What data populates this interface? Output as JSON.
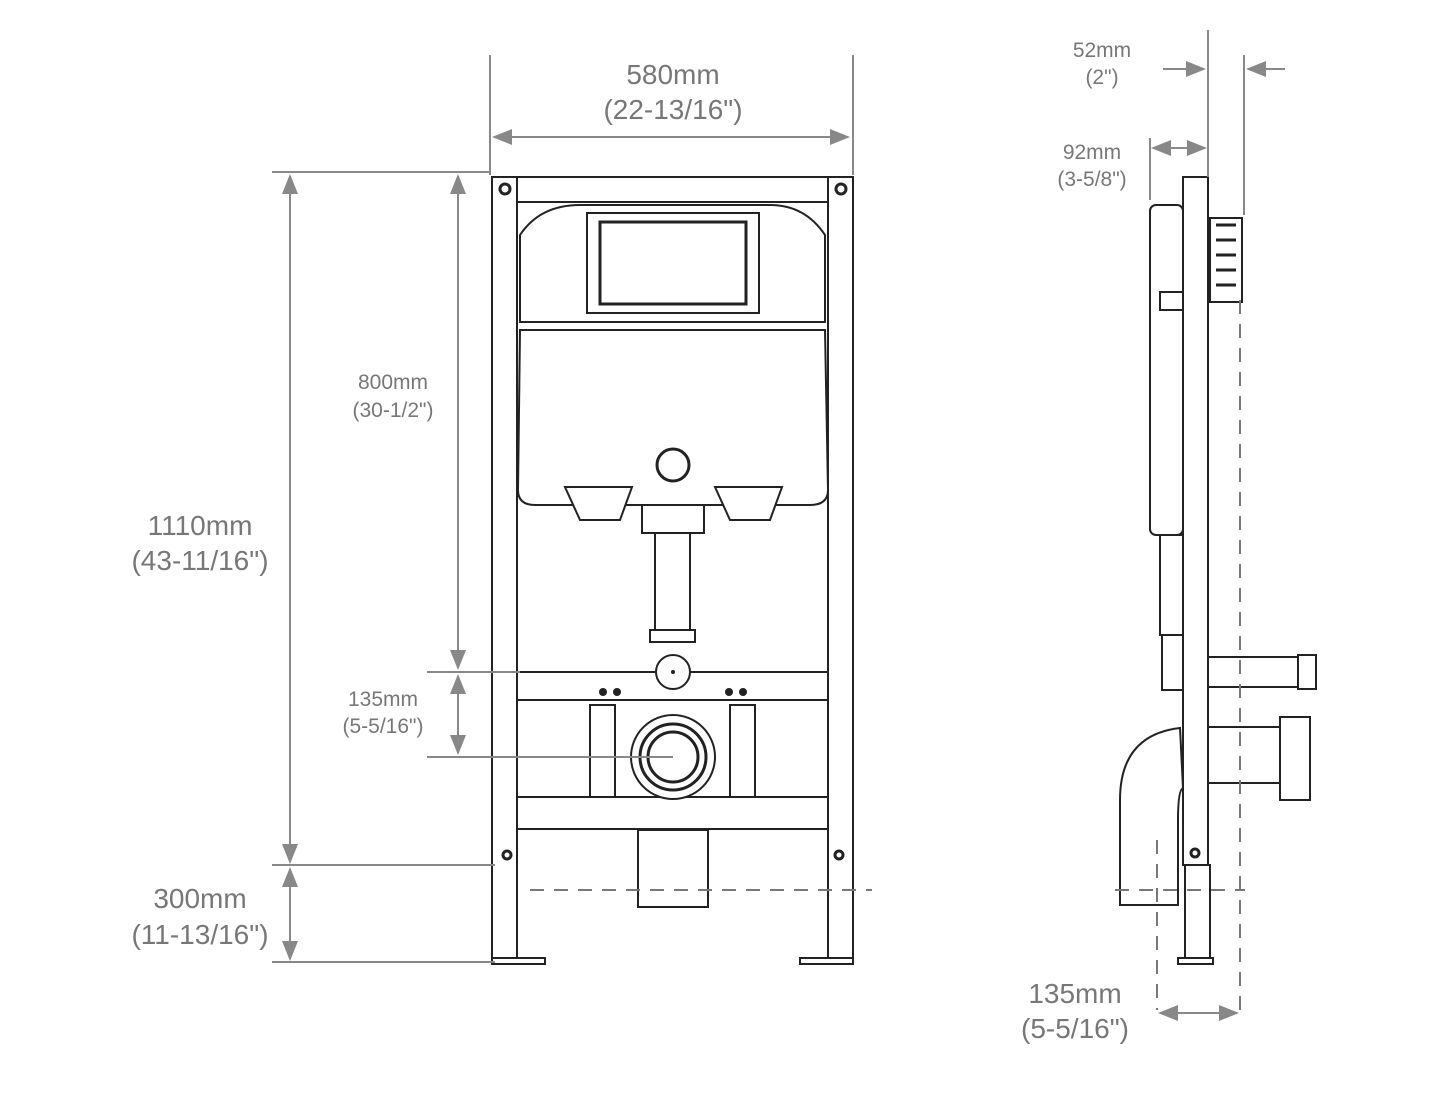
{
  "front_view": {
    "width": {
      "mm": "580mm",
      "in": "(22-13/16\")"
    },
    "height": {
      "mm": "1110mm",
      "in": "(43-11/16\")"
    },
    "inlet_height": {
      "mm": "800mm",
      "in": "(30-1/2\")"
    },
    "outlet_offset": {
      "mm": "135mm",
      "in": "(5-5/16\")"
    },
    "leg_height": {
      "mm": "300mm",
      "in": "(11-13/16\")"
    }
  },
  "side_view": {
    "flange_depth": {
      "mm": "52mm",
      "in": "(2\")"
    },
    "frame_depth": {
      "mm": "92mm",
      "in": "(3-5/8\")"
    },
    "outlet_depth": {
      "mm": "135mm",
      "in": "(5-5/16\")"
    }
  }
}
